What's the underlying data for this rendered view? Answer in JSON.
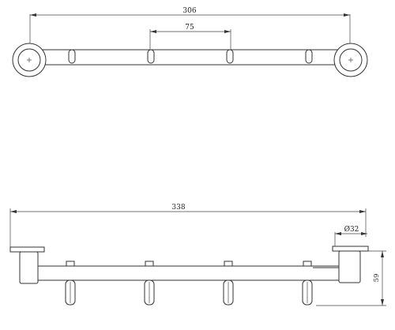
{
  "dimensions": {
    "top_overall_width": "306",
    "hook_spacing": "75",
    "side_overall_width": "338",
    "flange_diameter": "Ø32",
    "projection_depth": "59"
  }
}
